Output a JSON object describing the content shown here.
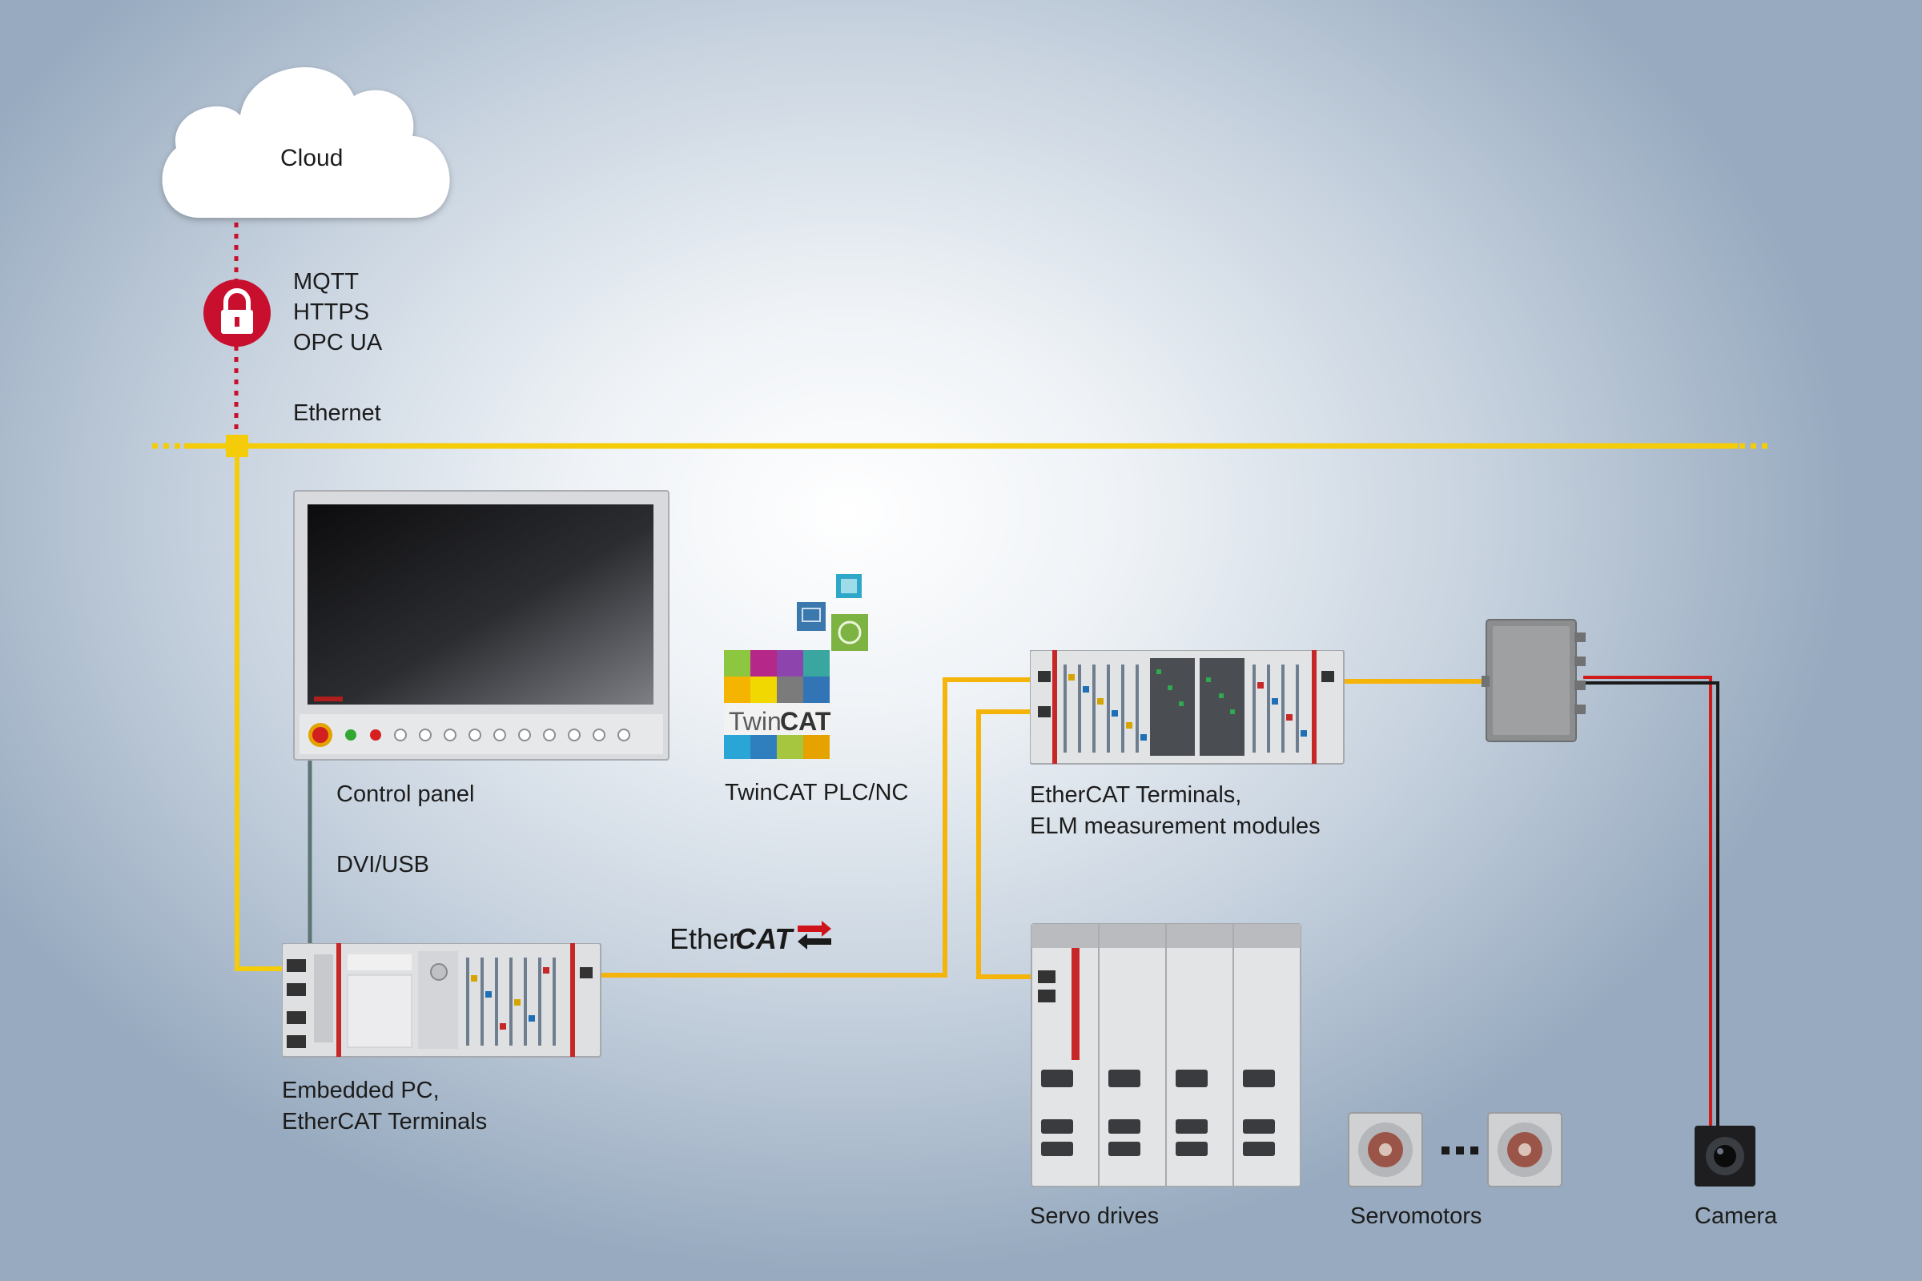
{
  "cloud": {
    "label": "Cloud"
  },
  "protocols": [
    "MQTT",
    "HTTPS",
    "OPC UA"
  ],
  "network": {
    "ethernet_label": "Ethernet",
    "dvi_label": "DVI/USB"
  },
  "ethercat_logo": {
    "part1": "Ether",
    "part2": "CAT"
  },
  "devices": {
    "control_panel": "Control panel",
    "twincat": "TwinCAT PLC/NC",
    "twincat_logo": {
      "part1": "Twin",
      "part2": "CAT"
    },
    "terminals": [
      "EtherCAT Terminals,",
      "ELM measurement modules"
    ],
    "embedded_pc": [
      "Embedded PC,",
      "EtherCAT Terminals"
    ],
    "servo_drives": "Servo drives",
    "servomotors": "Servomotors",
    "camera": "Camera"
  },
  "colors": {
    "ethernet": "#f5cc0a",
    "ethercat": "#f5b40a",
    "secure": "#c8102e",
    "dvi": "#5d7474"
  },
  "icons": [
    "lock-icon",
    "cloud-icon"
  ]
}
